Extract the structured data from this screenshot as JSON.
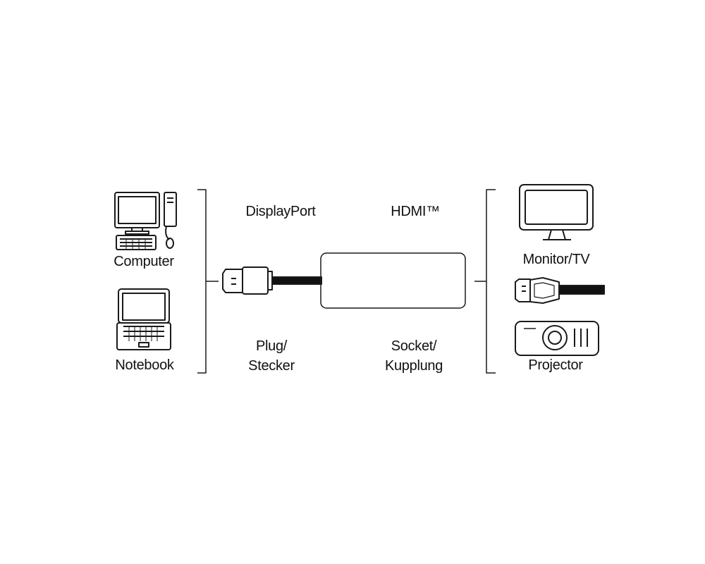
{
  "sources": {
    "computer": {
      "label": "Computer"
    },
    "notebook": {
      "label": "Notebook"
    }
  },
  "connectors": {
    "input_type": "DisplayPort",
    "output_type": "HDMI™",
    "input_gender_line1": "Plug/",
    "input_gender_line2": "Stecker",
    "output_gender_line1": "Socket/",
    "output_gender_line2": "Kupplung"
  },
  "targets": {
    "monitor": {
      "label": "Monitor/TV"
    },
    "projector": {
      "label": "Projector"
    }
  }
}
